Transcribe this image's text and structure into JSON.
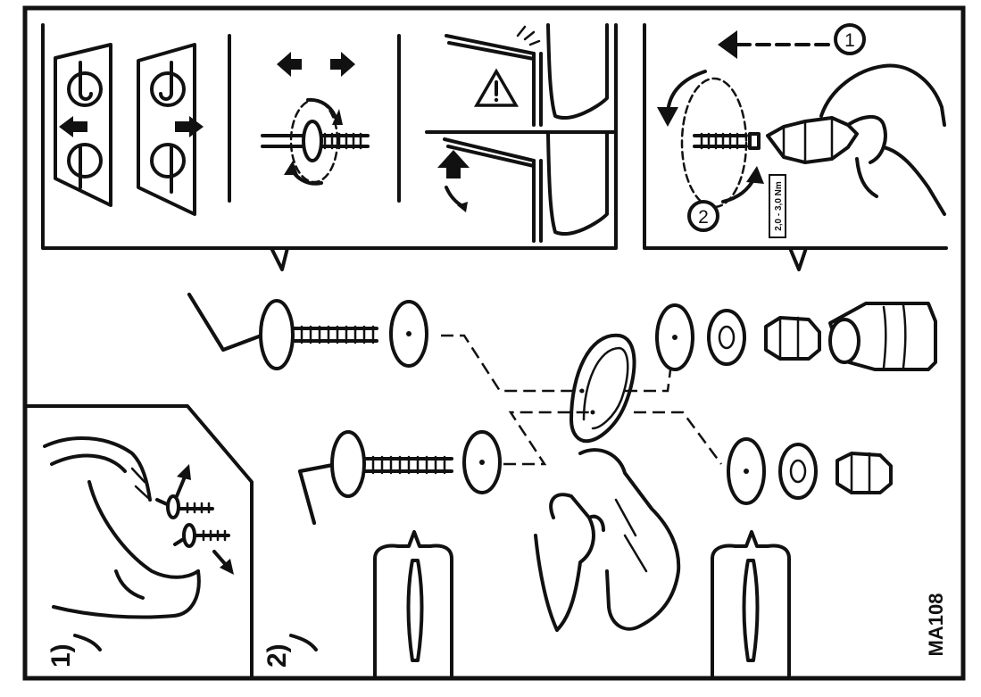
{
  "figure": {
    "code": "MA108",
    "step_labels": [
      "1)",
      "2)"
    ],
    "callout_numbers": [
      "1",
      "2"
    ],
    "torque_label": "2,0 - 3,0 Nm"
  },
  "icons": {
    "warning": "warning-triangle-icon",
    "direction": "double-arrow-icon",
    "rotation": "rotate-arrow-icon",
    "arrow_up": "arrow-up-icon",
    "arrow_left": "arrow-left-icon"
  },
  "colors": {
    "ink": "#111111",
    "paper": "#ffffff"
  }
}
